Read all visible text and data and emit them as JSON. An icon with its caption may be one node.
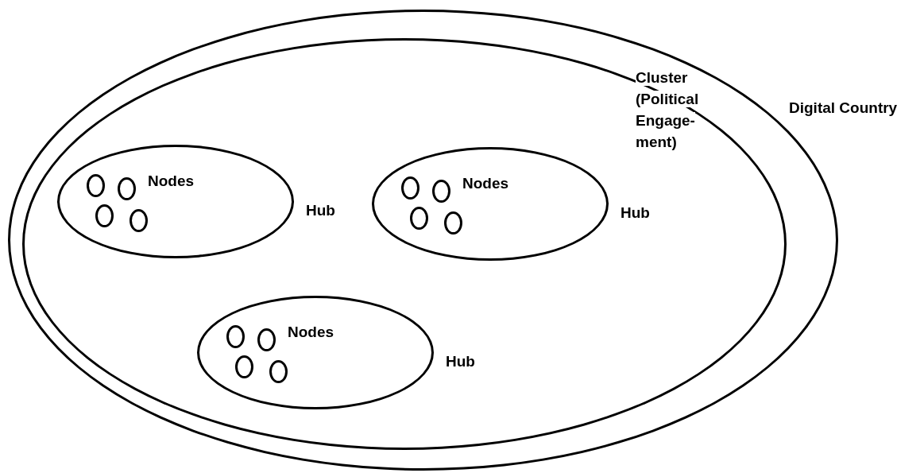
{
  "diagram": {
    "nodes": [
      {
        "text": [
          "Digital Country"
        ]
      },
      {
        "text": [
          "Cluster (Political Engage- ment)"
        ],
        "in": 0
      },
      {
        "text": [
          "Nodes",
          "Hub"
        ],
        "in": 1
      },
      {
        "text": [],
        "shape": "circle",
        "in": 2
      },
      {
        "text": [],
        "shape": "circle",
        "in": 2
      },
      {
        "text": [],
        "shape": "circle",
        "in": 2
      },
      {
        "text": [],
        "shape": "circle",
        "in": 2
      },
      {
        "text": [
          "Nodes",
          "Hub"
        ],
        "in": 1
      },
      {
        "text": [],
        "shape": "circle",
        "in": 7
      },
      {
        "text": [],
        "shape": "circle",
        "in": 7
      },
      {
        "text": [],
        "shape": "circle",
        "in": 7
      },
      {
        "text": [],
        "shape": "circle",
        "in": 7
      },
      {
        "text": [
          "Nodes",
          "Hub"
        ],
        "in": 1
      },
      {
        "text": [],
        "shape": "circle",
        "in": 12
      },
      {
        "text": [],
        "shape": "circle",
        "in": 12
      },
      {
        "text": [],
        "shape": "circle",
        "in": 12
      },
      {
        "text": [],
        "shape": "circle",
        "in": 12
      }
    ]
  }
}
